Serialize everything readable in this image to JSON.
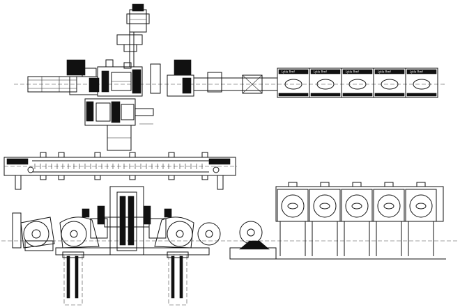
{
  "drawing": {
    "plan_view": {
      "unit_labels": [
        "Lytle Rmf",
        "Lytle Rmf",
        "Lytle Rmf",
        "Lytle Rmf",
        "Lytle Rmf"
      ],
      "unit_count": 5
    },
    "rail_view": {},
    "elevation_view": {
      "coil_tower_count": 5,
      "support_leg_count": 2
    }
  }
}
